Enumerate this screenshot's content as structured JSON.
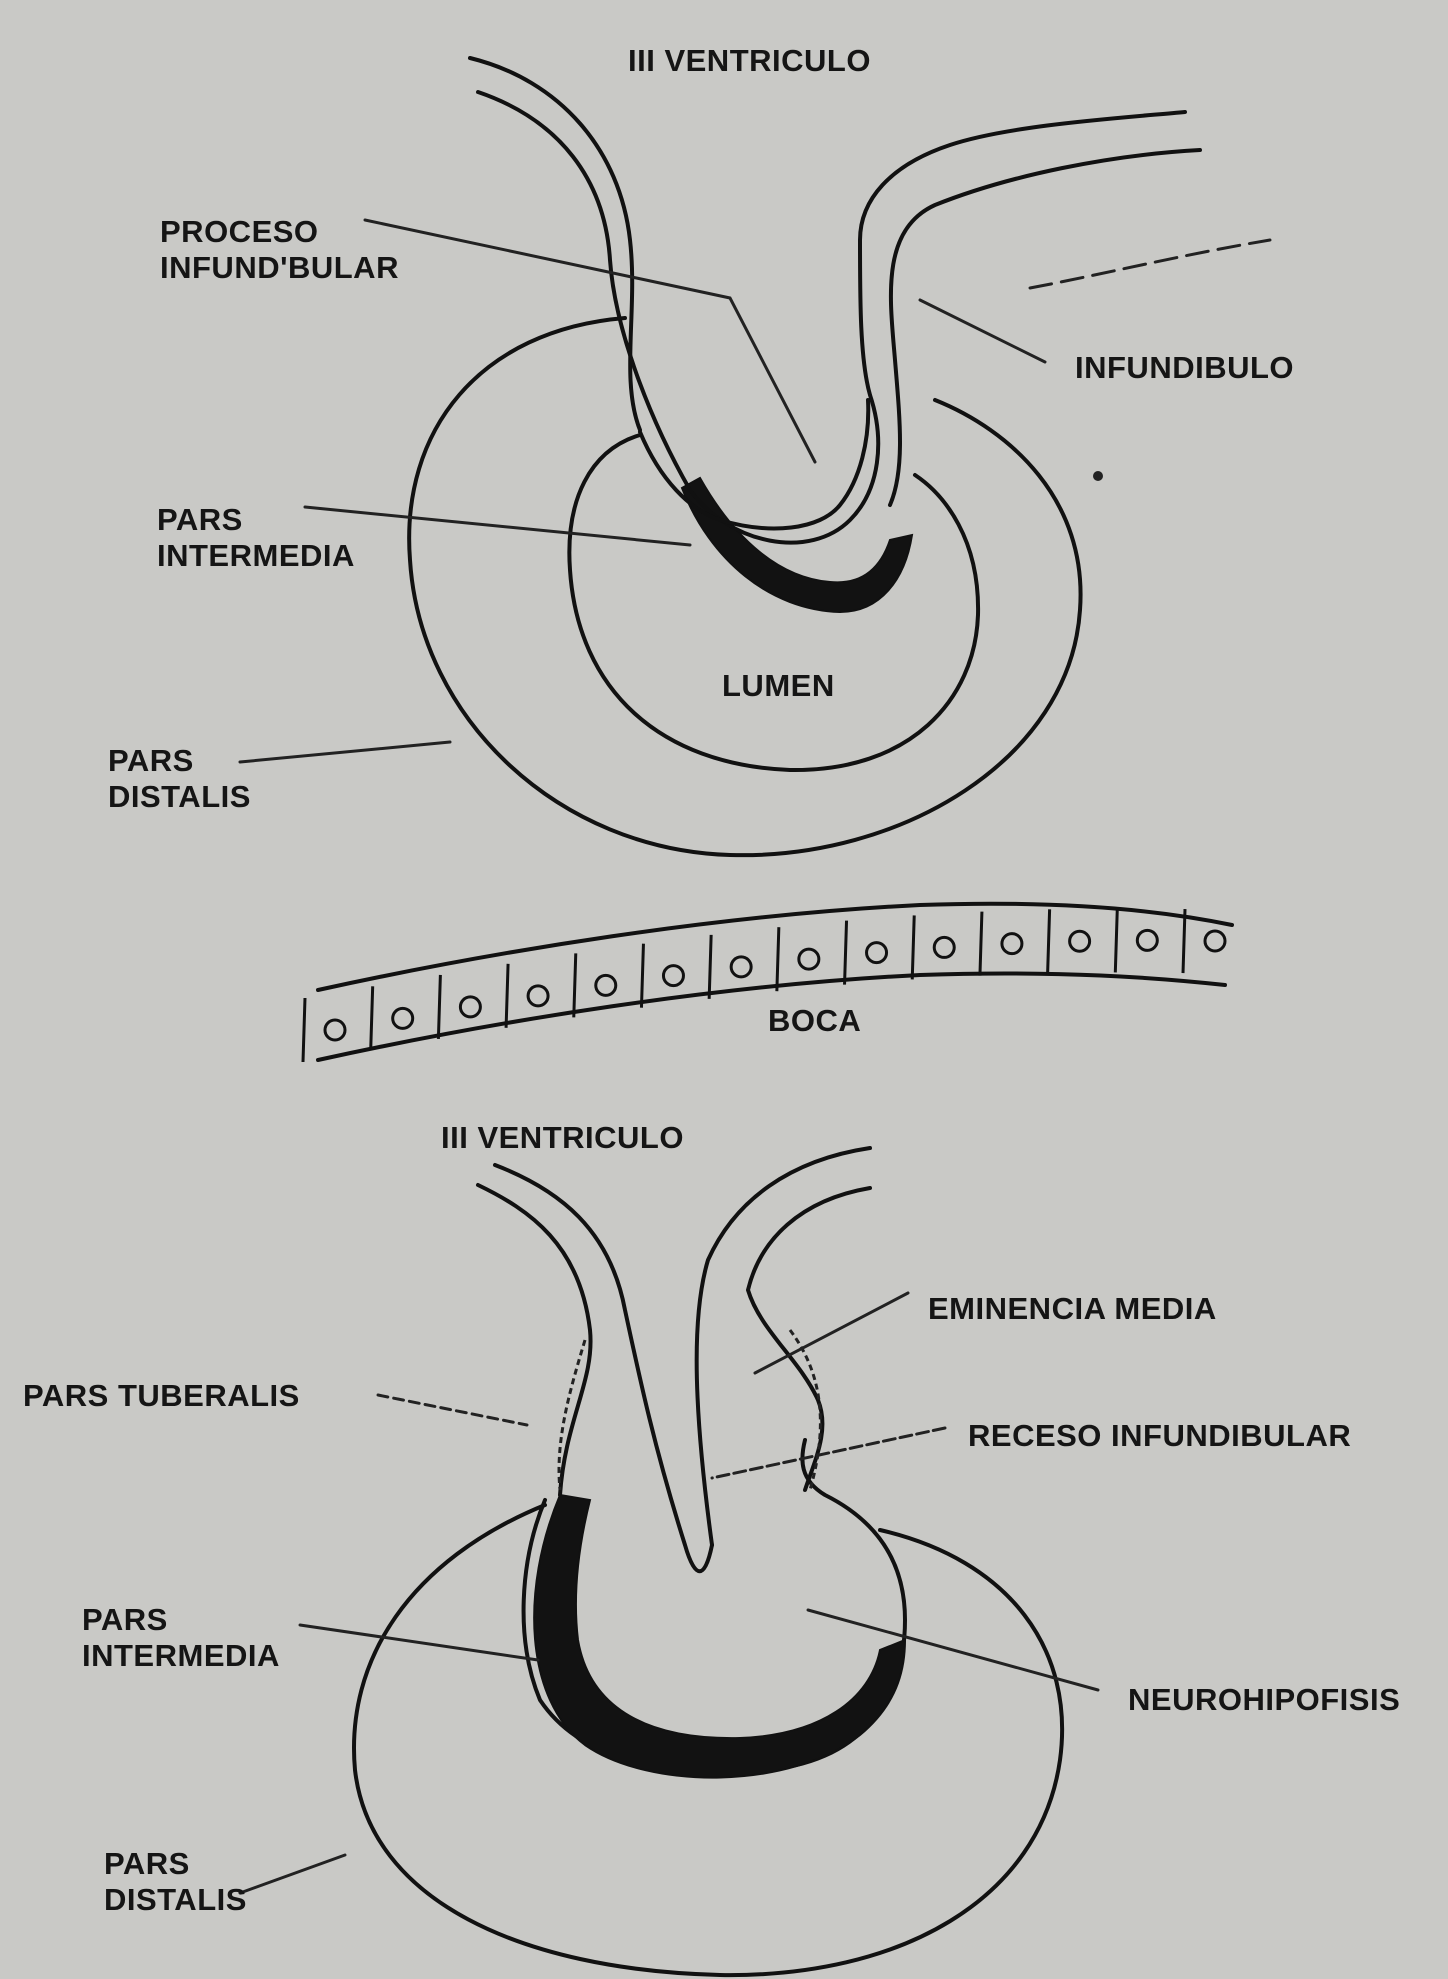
{
  "top_diagram": {
    "title": "III VENTRICULO",
    "labels": {
      "proceso_infundibular": [
        "PROCESO",
        "INFUND'BULAR"
      ],
      "infundibulo": "INFUNDIBULO",
      "pars_intermedia": [
        "PARS",
        "INTERMEDIA"
      ],
      "lumen": "LUMEN",
      "pars_distalis": [
        "PARS",
        "DISTALIS"
      ],
      "boca": "BOCA"
    }
  },
  "bottom_diagram": {
    "title": "III VENTRICULO",
    "labels": {
      "eminencia_media": "EMINENCIA MEDIA",
      "pars_tuberalis": "PARS TUBERALIS",
      "receso_infundibular": "RECESO INFUNDIBULAR",
      "pars_intermedia": [
        "PARS",
        "INTERMEDIA"
      ],
      "neurohipofisis": "NEUROHIPOFISIS",
      "pars_distalis": [
        "PARS",
        "DISTALIS"
      ]
    }
  },
  "colors": {
    "background": "#c9c9c6",
    "ink": "#111111"
  }
}
